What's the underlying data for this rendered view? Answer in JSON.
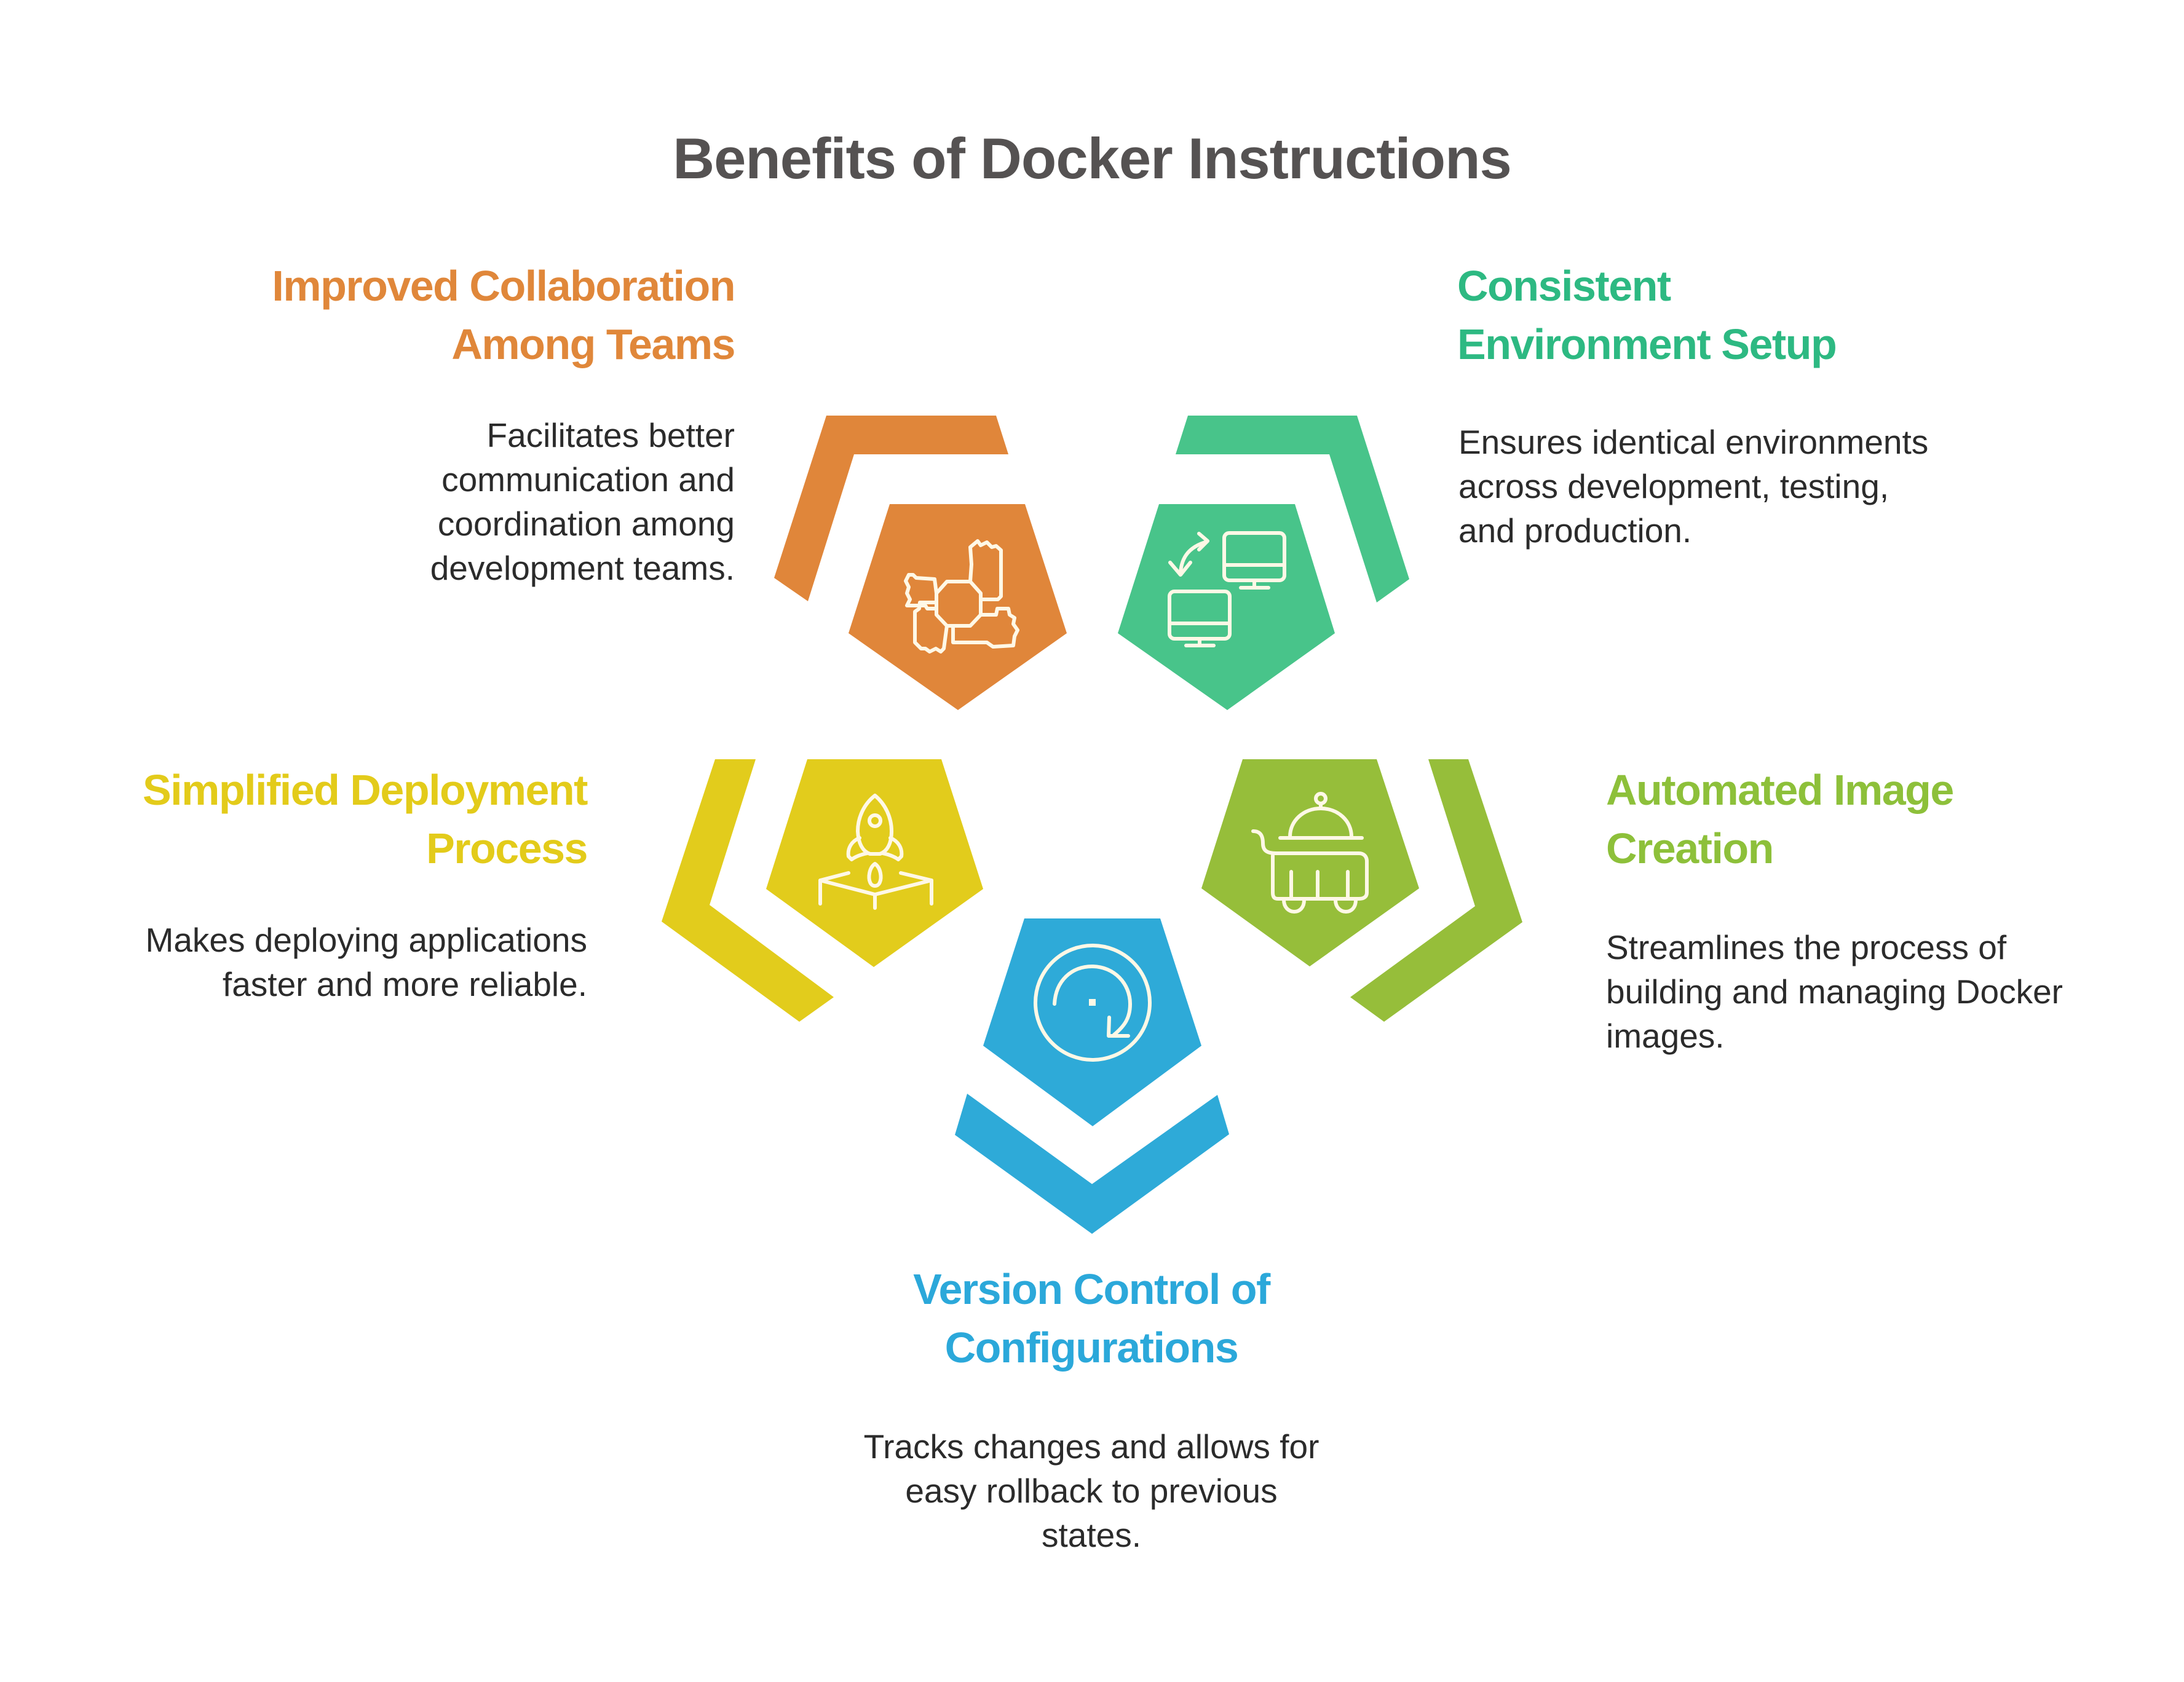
{
  "title": "Benefits of Docker Instructions",
  "colors": {
    "title": "#555252",
    "description": "#2b2b2b",
    "icon_stroke": "#fff8e6"
  },
  "items": [
    {
      "id": "collaboration",
      "heading_lines": [
        "Improved Collaboration",
        "Among Teams"
      ],
      "description_lines": [
        "Facilitates better",
        "communication and",
        "coordination among",
        "development teams."
      ],
      "icon": "team-hands-icon",
      "shape_color": "#e0863a",
      "heading_color": "#e0873a"
    },
    {
      "id": "consistency",
      "heading_lines": [
        "Consistent",
        "Environment Setup"
      ],
      "description_lines": [
        "Ensures identical environments",
        "across development, testing,",
        "and production."
      ],
      "icon": "monitors-sync-icon",
      "shape_color": "#48c48a",
      "heading_color": "#2db982"
    },
    {
      "id": "deployment",
      "heading_lines": [
        "Simplified Deployment",
        "Process"
      ],
      "description_lines": [
        "Makes deploying applications",
        "faster and more reliable."
      ],
      "icon": "rocket-launch-icon",
      "shape_color": "#e2cc1c",
      "heading_color": "#e3cb1a"
    },
    {
      "id": "automation",
      "heading_lines": [
        "Automated Image",
        "Creation"
      ],
      "description_lines": [
        "Streamlines the process of",
        "building and managing Docker",
        "images."
      ],
      "icon": "service-cart-icon",
      "shape_color": "#96be3a",
      "heading_color": "#8dc03a"
    },
    {
      "id": "versioning",
      "heading_lines": [
        "Version Control of",
        "Configurations"
      ],
      "description_lines": [
        "Tracks changes and allows for",
        "easy rollback to previous",
        "states."
      ],
      "icon": "rotate-clockwise-icon",
      "shape_color": "#2eaad8",
      "heading_color": "#2ba8da"
    }
  ]
}
